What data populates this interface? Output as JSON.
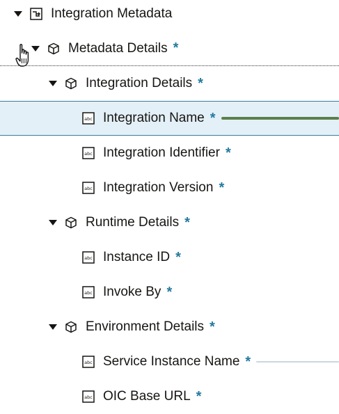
{
  "tree": {
    "nodes": [
      {
        "label": "Integration Metadata",
        "level": 0,
        "kind": "root",
        "expanded": true,
        "required": false
      },
      {
        "label": "Metadata Details",
        "level": 1,
        "kind": "object",
        "expanded": true,
        "required": true
      },
      {
        "label": "Integration Details",
        "level": 2,
        "kind": "object",
        "expanded": true,
        "required": true
      },
      {
        "label": "Integration Name",
        "level": 3,
        "kind": "string",
        "required": true,
        "selected": true,
        "mapped": "active"
      },
      {
        "label": "Integration Identifier",
        "level": 3,
        "kind": "string",
        "required": true
      },
      {
        "label": "Integration Version",
        "level": 3,
        "kind": "string",
        "required": true
      },
      {
        "label": "Runtime Details",
        "level": 2,
        "kind": "object",
        "expanded": true,
        "required": true
      },
      {
        "label": "Instance ID",
        "level": 3,
        "kind": "string",
        "required": true
      },
      {
        "label": "Invoke By",
        "level": 3,
        "kind": "string",
        "required": true
      },
      {
        "label": "Environment Details",
        "level": 2,
        "kind": "object",
        "expanded": true,
        "required": true
      },
      {
        "label": "Service Instance Name",
        "level": 3,
        "kind": "string",
        "required": true,
        "mapped": "inactive"
      },
      {
        "label": "OIC Base URL",
        "level": 3,
        "kind": "string",
        "required": true
      }
    ],
    "required_marker": "*",
    "string_icon_text": "abc"
  },
  "colors": {
    "required": "#227a9e",
    "selected_bg": "#e4f0f7",
    "selected_border": "#3c7a9c",
    "active_map_line": "#5b7f4a",
    "inactive_map_line": "#c9d7e1"
  }
}
